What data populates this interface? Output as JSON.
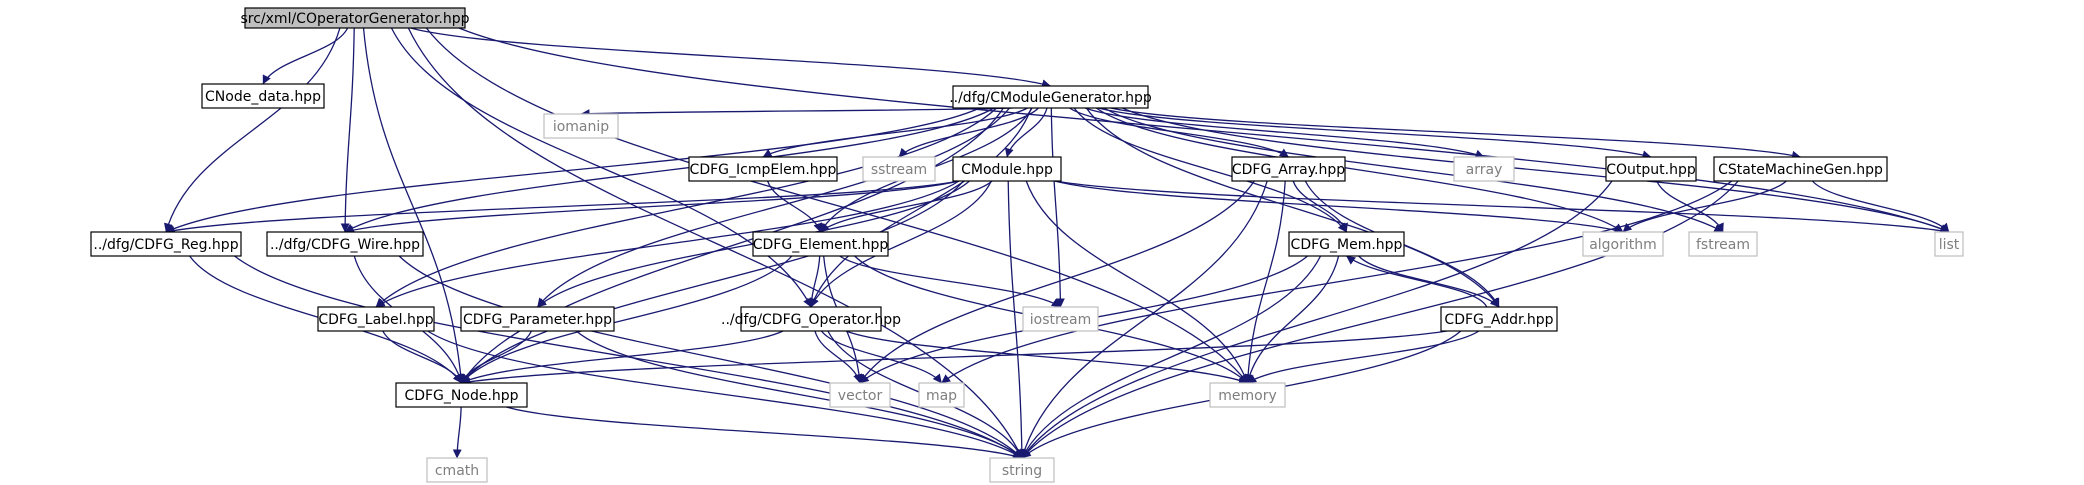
{
  "colors": {
    "edge": "#191970",
    "root_fill": "#bfbfbf",
    "linked_border": "#000000",
    "external_border": "#bfbfbf",
    "external_text": "#7f7f7f",
    "text": "#000000"
  },
  "nodes": [
    {
      "id": "root",
      "label": "src/xml/COperatorGenerator.hpp",
      "kind": "root"
    },
    {
      "id": "cnode_data",
      "label": "CNode_data.hpp",
      "kind": "linked"
    },
    {
      "id": "cmodgen",
      "label": "../dfg/CModuleGenerator.hpp",
      "kind": "linked"
    },
    {
      "id": "iomanip",
      "label": "iomanip",
      "kind": "external"
    },
    {
      "id": "icmp",
      "label": "CDFG_IcmpElem.hpp",
      "kind": "linked"
    },
    {
      "id": "sstream",
      "label": "sstream",
      "kind": "external"
    },
    {
      "id": "cmodule",
      "label": "CModule.hpp",
      "kind": "linked"
    },
    {
      "id": "array_h",
      "label": "CDFG_Array.hpp",
      "kind": "linked"
    },
    {
      "id": "array",
      "label": "array",
      "kind": "external"
    },
    {
      "id": "coutput",
      "label": "COutput.hpp",
      "kind": "linked"
    },
    {
      "id": "csm",
      "label": "CStateMachineGen.hpp",
      "kind": "linked"
    },
    {
      "id": "reg",
      "label": "../dfg/CDFG_Reg.hpp",
      "kind": "linked"
    },
    {
      "id": "wire",
      "label": "../dfg/CDFG_Wire.hpp",
      "kind": "linked"
    },
    {
      "id": "element",
      "label": "CDFG_Element.hpp",
      "kind": "linked"
    },
    {
      "id": "mem",
      "label": "CDFG_Mem.hpp",
      "kind": "linked"
    },
    {
      "id": "algorithm",
      "label": "algorithm",
      "kind": "external"
    },
    {
      "id": "fstream",
      "label": "fstream",
      "kind": "external"
    },
    {
      "id": "list",
      "label": "list",
      "kind": "external"
    },
    {
      "id": "label_h",
      "label": "CDFG_Label.hpp",
      "kind": "linked"
    },
    {
      "id": "param",
      "label": "CDFG_Parameter.hpp",
      "kind": "linked"
    },
    {
      "id": "operator",
      "label": "../dfg/CDFG_Operator.hpp",
      "kind": "linked"
    },
    {
      "id": "iostream",
      "label": "iostream",
      "kind": "external"
    },
    {
      "id": "addr",
      "label": "CDFG_Addr.hpp",
      "kind": "linked"
    },
    {
      "id": "node",
      "label": "CDFG_Node.hpp",
      "kind": "linked"
    },
    {
      "id": "vector",
      "label": "vector",
      "kind": "external"
    },
    {
      "id": "map",
      "label": "map",
      "kind": "external"
    },
    {
      "id": "memory",
      "label": "memory",
      "kind": "external"
    },
    {
      "id": "cmath",
      "label": "cmath",
      "kind": "external"
    },
    {
      "id": "string",
      "label": "string",
      "kind": "external"
    }
  ],
  "edges": [
    [
      "root",
      "cnode_data"
    ],
    [
      "root",
      "cmodgen"
    ],
    [
      "root",
      "reg"
    ],
    [
      "root",
      "wire"
    ],
    [
      "root",
      "operator"
    ],
    [
      "root",
      "node"
    ],
    [
      "root",
      "list"
    ],
    [
      "root",
      "memory"
    ],
    [
      "root",
      "string"
    ],
    [
      "cmodgen",
      "iomanip"
    ],
    [
      "cmodgen",
      "icmp"
    ],
    [
      "cmodgen",
      "sstream"
    ],
    [
      "cmodgen",
      "cmodule"
    ],
    [
      "cmodgen",
      "array_h"
    ],
    [
      "cmodgen",
      "array"
    ],
    [
      "cmodgen",
      "coutput"
    ],
    [
      "cmodgen",
      "csm"
    ],
    [
      "cmodgen",
      "reg"
    ],
    [
      "cmodgen",
      "wire"
    ],
    [
      "cmodgen",
      "element"
    ],
    [
      "cmodgen",
      "mem"
    ],
    [
      "cmodgen",
      "algorithm"
    ],
    [
      "cmodgen",
      "fstream"
    ],
    [
      "cmodgen",
      "list"
    ],
    [
      "cmodgen",
      "label_h"
    ],
    [
      "cmodgen",
      "param"
    ],
    [
      "cmodgen",
      "operator"
    ],
    [
      "cmodgen",
      "iostream"
    ],
    [
      "cmodgen",
      "addr"
    ],
    [
      "cmodgen",
      "node"
    ],
    [
      "icmp",
      "element"
    ],
    [
      "cmodule",
      "reg"
    ],
    [
      "cmodule",
      "wire"
    ],
    [
      "cmodule",
      "element"
    ],
    [
      "cmodule",
      "algorithm"
    ],
    [
      "cmodule",
      "list"
    ],
    [
      "cmodule",
      "label_h"
    ],
    [
      "cmodule",
      "param"
    ],
    [
      "cmodule",
      "operator"
    ],
    [
      "cmodule",
      "node"
    ],
    [
      "cmodule",
      "memory"
    ],
    [
      "cmodule",
      "string"
    ],
    [
      "array_h",
      "mem"
    ],
    [
      "array_h",
      "addr"
    ],
    [
      "array_h",
      "vector"
    ],
    [
      "array_h",
      "memory"
    ],
    [
      "array_h",
      "string"
    ],
    [
      "coutput",
      "fstream"
    ],
    [
      "coutput",
      "string"
    ],
    [
      "csm",
      "algorithm"
    ],
    [
      "csm",
      "list"
    ],
    [
      "csm",
      "map"
    ],
    [
      "csm",
      "string"
    ],
    [
      "reg",
      "node"
    ],
    [
      "reg",
      "string"
    ],
    [
      "wire",
      "node"
    ],
    [
      "wire",
      "string"
    ],
    [
      "element",
      "operator"
    ],
    [
      "element",
      "iostream"
    ],
    [
      "element",
      "node"
    ],
    [
      "element",
      "vector"
    ],
    [
      "element",
      "memory"
    ],
    [
      "mem",
      "addr"
    ],
    [
      "mem",
      "vector"
    ],
    [
      "mem",
      "memory"
    ],
    [
      "mem",
      "string"
    ],
    [
      "addr",
      "mem"
    ],
    [
      "addr",
      "node"
    ],
    [
      "addr",
      "memory"
    ],
    [
      "addr",
      "string"
    ],
    [
      "label_h",
      "node"
    ],
    [
      "label_h",
      "string"
    ],
    [
      "param",
      "node"
    ],
    [
      "param",
      "string"
    ],
    [
      "operator",
      "node"
    ],
    [
      "operator",
      "vector"
    ],
    [
      "operator",
      "map"
    ],
    [
      "operator",
      "memory"
    ],
    [
      "operator",
      "string"
    ],
    [
      "node",
      "cmath"
    ],
    [
      "node",
      "string"
    ]
  ]
}
